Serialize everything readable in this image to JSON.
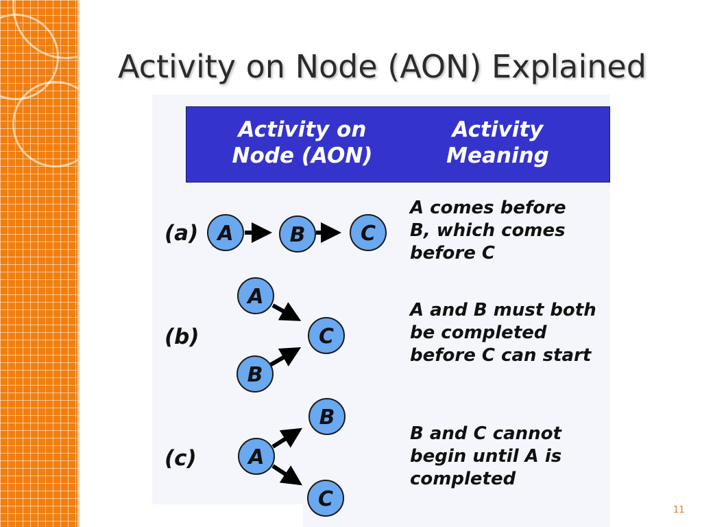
{
  "slide": {
    "title": "Activity on Node (AON) Explained",
    "page_number": "11"
  },
  "table_header": {
    "left": "Activity on\nNode (AON)",
    "right": "Activity\nMeaning"
  },
  "rows": [
    {
      "label": "(a)",
      "meaning": "A comes before\nB, which comes\nbefore C",
      "nodes": [
        "A",
        "B",
        "C"
      ]
    },
    {
      "label": "(b)",
      "meaning": "A and B must both\nbe completed\nbefore C can start",
      "nodes": [
        "A",
        "C",
        "B"
      ]
    },
    {
      "label": "(c)",
      "meaning": "B and C cannot\nbegin until A is\ncompleted",
      "nodes": [
        "B",
        "A",
        "C"
      ]
    }
  ],
  "colors": {
    "sidebar": "#f07f10",
    "header_band": "#3434cc",
    "node_fill": "#6aa8f0"
  }
}
